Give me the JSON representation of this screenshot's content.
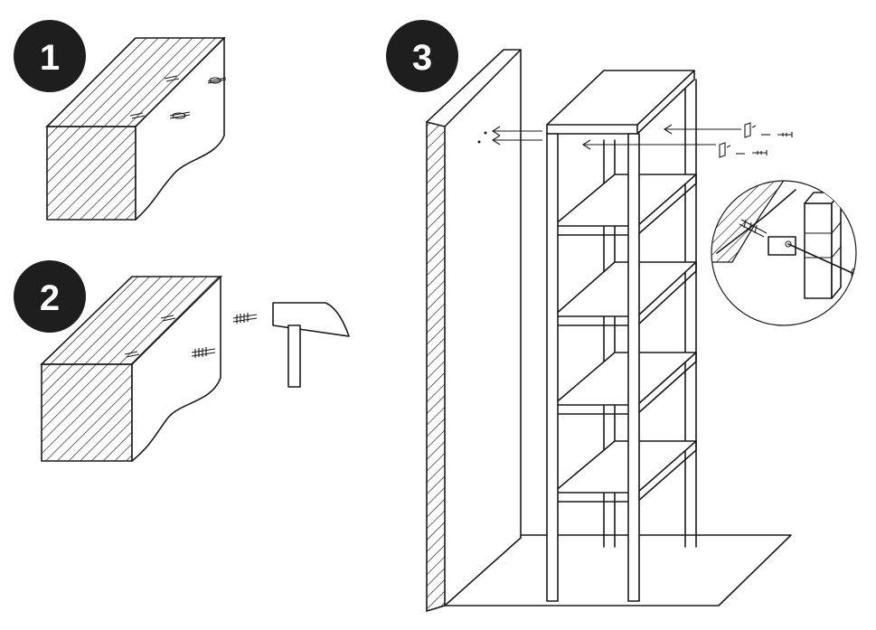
{
  "steps": [
    {
      "number": "1"
    },
    {
      "number": "2"
    },
    {
      "number": "3"
    }
  ],
  "colors": {
    "badge": "#1e1e1e",
    "line": "#1a1a1a",
    "background": "#ffffff"
  },
  "icons": [
    "wall-block-icon",
    "drill-hole-icon",
    "wall-plug-icon",
    "hammer-icon",
    "shelf-unit-icon",
    "wall-bracket-detail-icon",
    "screw-icon"
  ]
}
